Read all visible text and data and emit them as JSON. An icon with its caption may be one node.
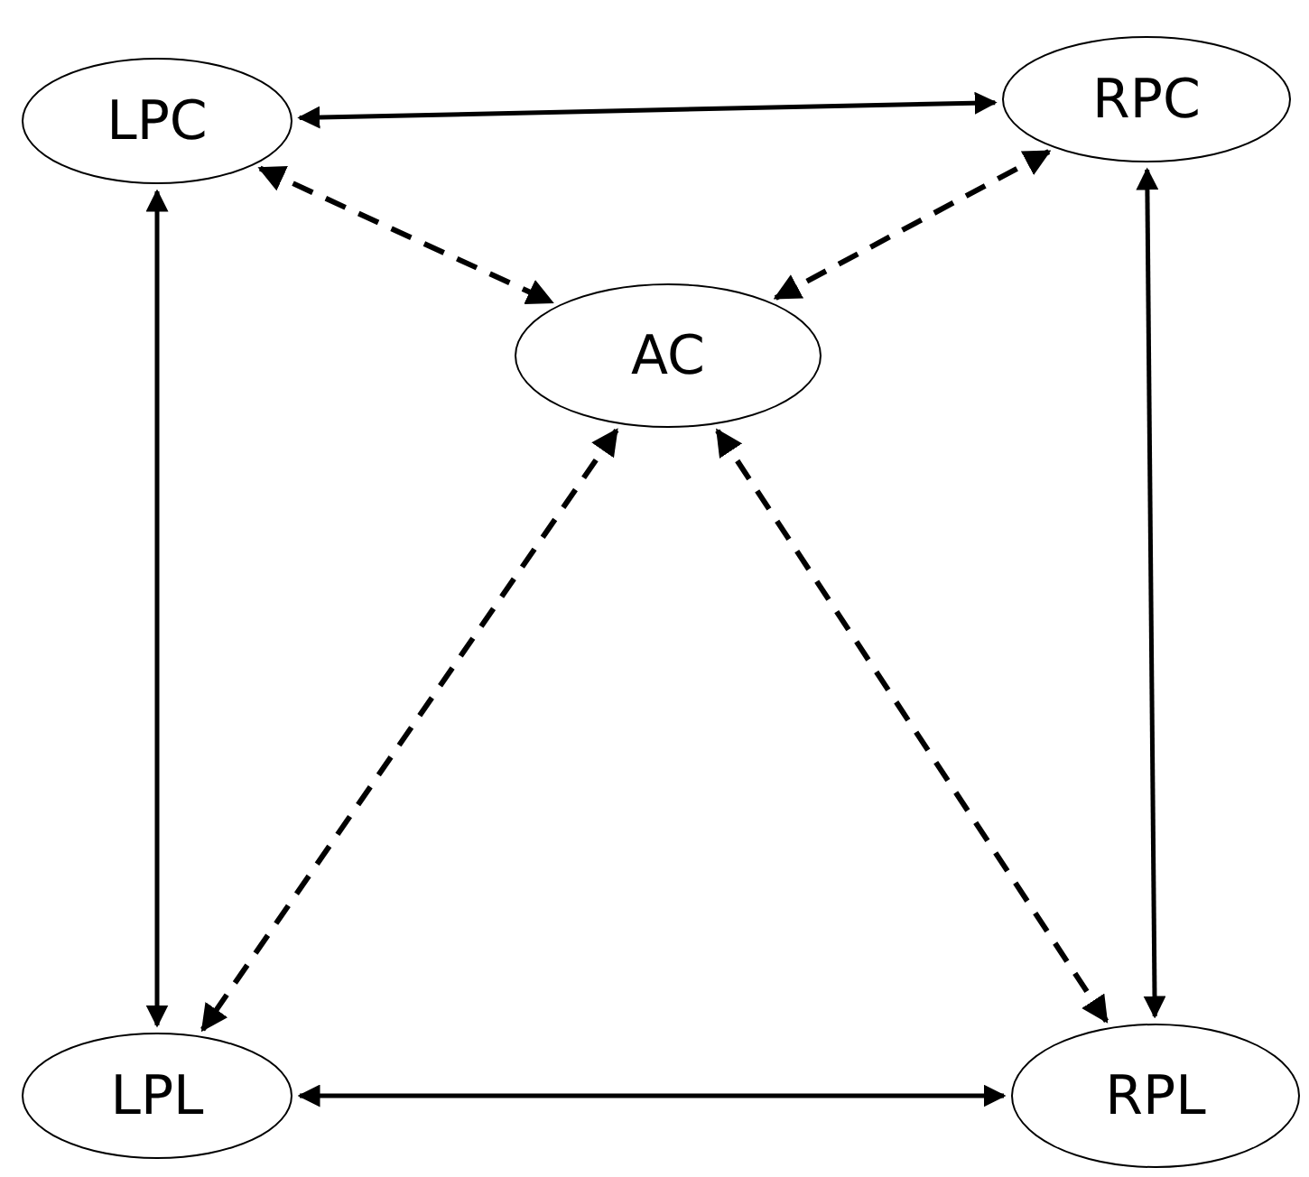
{
  "diagram": {
    "nodes": [
      {
        "text": [
          "LPC"
        ]
      },
      {
        "text": [
          "RPC"
        ]
      },
      {
        "text": [
          "AC"
        ]
      },
      {
        "text": [
          "LPL"
        ]
      },
      {
        "text": [
          "RPL"
        ]
      }
    ],
    "edges": [
      {
        "from": 0,
        "to": 1,
        "arrow": "both"
      },
      {
        "from": 0,
        "to": 2,
        "arrow": "both",
        "style": "dashed"
      },
      {
        "from": 1,
        "to": 2,
        "arrow": "both",
        "style": "dashed"
      },
      {
        "from": 0,
        "to": 3,
        "arrow": "both"
      },
      {
        "from": 1,
        "to": 4,
        "arrow": "both"
      },
      {
        "from": 2,
        "to": 3,
        "arrow": "both",
        "style": "dashed"
      },
      {
        "from": 2,
        "to": 4,
        "arrow": "both",
        "style": "dashed"
      },
      {
        "from": 3,
        "to": 4,
        "arrow": "both"
      }
    ]
  }
}
